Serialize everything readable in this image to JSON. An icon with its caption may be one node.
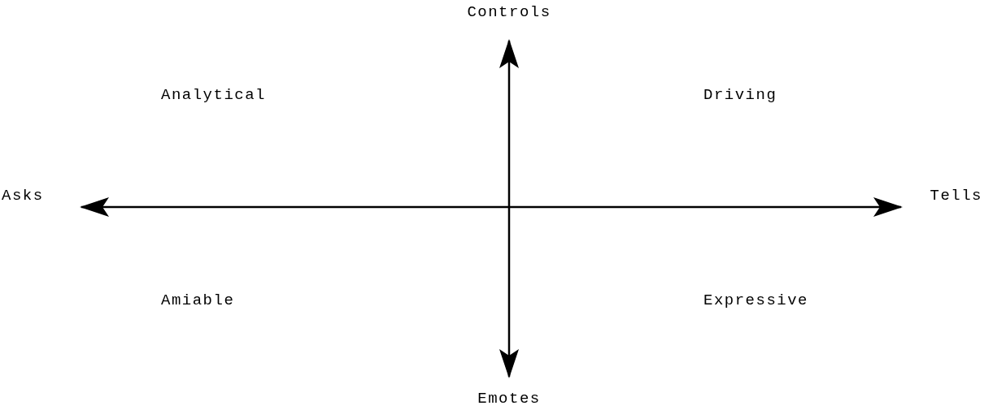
{
  "diagram": {
    "nodes": [
      {
        "text": [
          "Controls"
        ]
      },
      {
        "text": [
          "Asks"
        ]
      },
      {
        "text": [
          "Tells"
        ]
      },
      {
        "text": [
          "Emotes"
        ]
      }
    ],
    "edges": [
      {
        "from": 0,
        "to": 3,
        "arrow": "both"
      },
      {
        "from": 1,
        "to": 2,
        "arrow": "both"
      }
    ],
    "labels": [
      "Analytical",
      "Driving",
      "Amiable",
      "Expressive"
    ]
  }
}
